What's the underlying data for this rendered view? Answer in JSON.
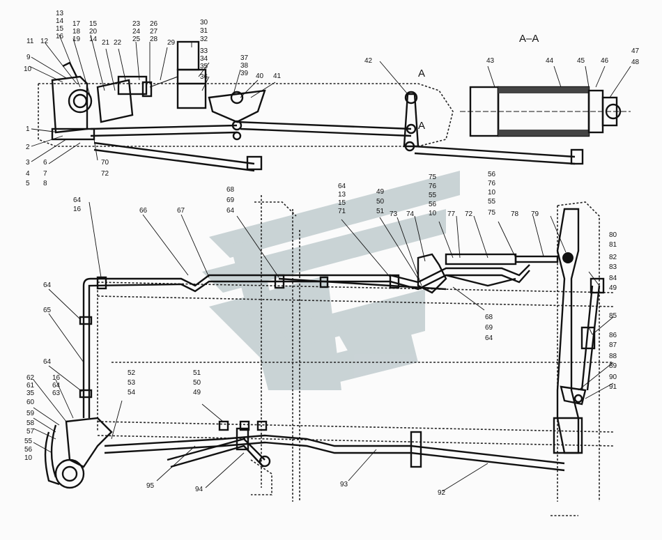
{
  "title": "A–A",
  "section_marks": [
    "A",
    "A"
  ],
  "watermark": "logo",
  "colors": {
    "ink": "#111111",
    "watermark": "#b9c6c9",
    "paper": "#fbfbfb"
  },
  "label_groups": [
    [
      "13",
      "14",
      "15",
      "16"
    ],
    [
      "17",
      "18",
      "19"
    ],
    [
      "15",
      "20",
      "14"
    ],
    [
      "23",
      "24",
      "25"
    ],
    [
      "26",
      "27",
      "28"
    ],
    [
      "30",
      "31",
      "32"
    ],
    [
      "33",
      "34",
      "35"
    ],
    [
      "37",
      "38",
      "39"
    ],
    [
      "9",
      "10"
    ],
    [
      "47",
      "48"
    ],
    [
      "70",
      "72"
    ],
    [
      "68",
      "69",
      "64"
    ],
    [
      "64",
      "13",
      "15",
      "71"
    ],
    [
      "49",
      "50",
      "51"
    ],
    [
      "75",
      "76",
      "55",
      "56",
      "10"
    ],
    [
      "56",
      "76",
      "10",
      "55",
      "75"
    ],
    [
      "80",
      "81"
    ],
    [
      "82",
      "83"
    ],
    [
      "84",
      "49"
    ],
    [
      "86",
      "87"
    ],
    [
      "88",
      "89"
    ],
    [
      "90",
      "91"
    ],
    [
      "68",
      "69",
      "64"
    ],
    [
      "64",
      "16"
    ],
    [
      "16",
      "64",
      "63"
    ],
    [
      "62",
      "61",
      "35"
    ],
    [
      "52",
      "53",
      "54"
    ],
    [
      "51",
      "50",
      "49"
    ],
    [
      "56",
      "10"
    ]
  ],
  "labels": [
    "11",
    "12",
    "21",
    "22",
    "29",
    "36",
    "40",
    "41",
    "42",
    "43",
    "44",
    "45",
    "46",
    "1",
    "2",
    "3",
    "6",
    "4",
    "7",
    "5",
    "8",
    "66",
    "67",
    "73",
    "74",
    "77",
    "72",
    "78",
    "79",
    "85",
    "64",
    "65",
    "64",
    "60",
    "59",
    "58",
    "57",
    "55",
    "95",
    "94",
    "93",
    "92"
  ]
}
